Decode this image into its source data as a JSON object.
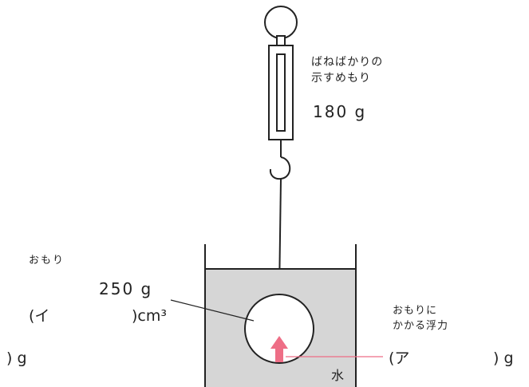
{
  "scale": {
    "label_line1": "ばねばかりの",
    "label_line2": "示すめもり",
    "reading": "180 g"
  },
  "weight": {
    "title": "おもり",
    "mass": "250 g",
    "volume_open": "(イ",
    "volume_close": ")cm³",
    "paren_close_g": ") g"
  },
  "buoyancy": {
    "label_line1": "おもりに",
    "label_line2": "かかる浮力",
    "answer_open": "(ア",
    "answer_close": ") g"
  },
  "container": {
    "liquid_label": "水"
  },
  "colors": {
    "water": "#d6d6d6",
    "arrow": "#ee6e86",
    "line": "#222222"
  }
}
